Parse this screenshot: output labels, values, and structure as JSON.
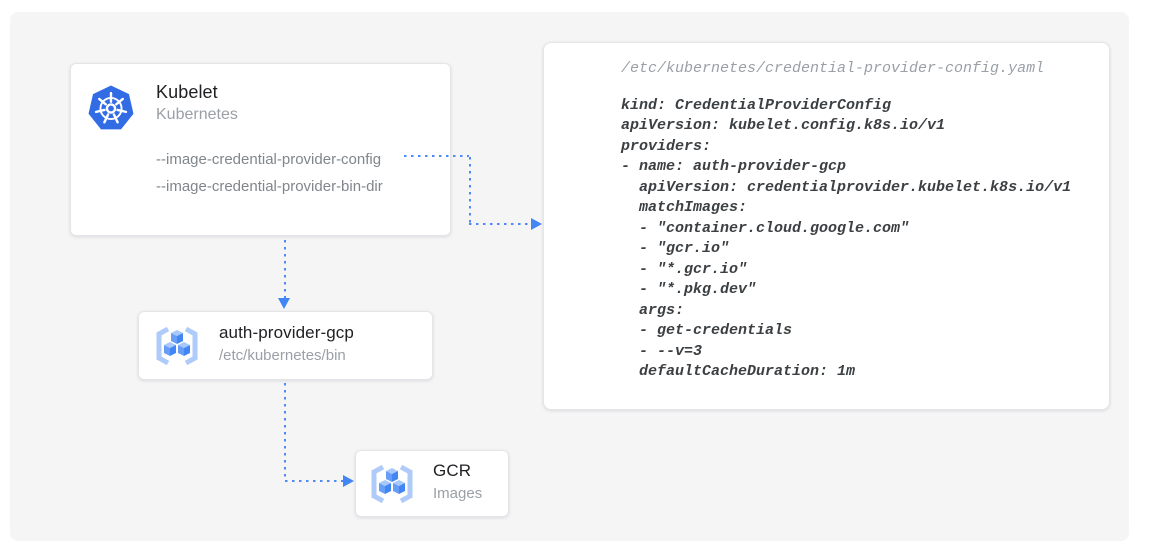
{
  "diagram": {
    "kubelet": {
      "title": "Kubelet",
      "subtitle": "Kubernetes",
      "flag_config": "--image-credential-provider-config",
      "flag_bindir": "--image-credential-provider-bin-dir"
    },
    "auth_provider": {
      "title": "auth-provider-gcp",
      "subtitle": "/etc/kubernetes/bin"
    },
    "gcr": {
      "title": "GCR",
      "subtitle": "Images"
    }
  },
  "code_panel": {
    "filename": "/etc/kubernetes/credential-provider-config.yaml",
    "lines": [
      "kind: CredentialProviderConfig",
      "apiVersion: kubelet.config.k8s.io/v1",
      "providers:",
      "- name: auth-provider-gcp",
      "  apiVersion: credentialprovider.kubelet.k8s.io/v1",
      "  matchImages:",
      "  - \"container.cloud.google.com\"",
      "  - \"gcr.io\"",
      "  - \"*.gcr.io\"",
      "  - \"*.pkg.dev\"",
      "  args:",
      "  - get-credentials",
      "  - --v=3",
      "  defaultCacheDuration: 1m"
    ]
  },
  "icons": {
    "kubernetes": "kubernetes-wheel-heptagon",
    "gcr": "container-registry-cubes-brackets"
  },
  "colors": {
    "arrow_blue": "#4285f4",
    "dot_blue": "#4d8af5",
    "kubernetes_blue": "#326ce5",
    "icon_bracket_blue": "#aecbfa",
    "icon_cube_top": "#a8c7fa",
    "icon_cube_left": "#669df6",
    "icon_cube_right": "#4285f4",
    "panel_bg": "#f5f5f6",
    "card_bg": "#ffffff",
    "title_text": "#212124",
    "muted_text": "#80868b",
    "subtitle_text": "#9aa0a6",
    "code_text": "#3c4043",
    "code_filename_text": "#9aa0a6"
  }
}
